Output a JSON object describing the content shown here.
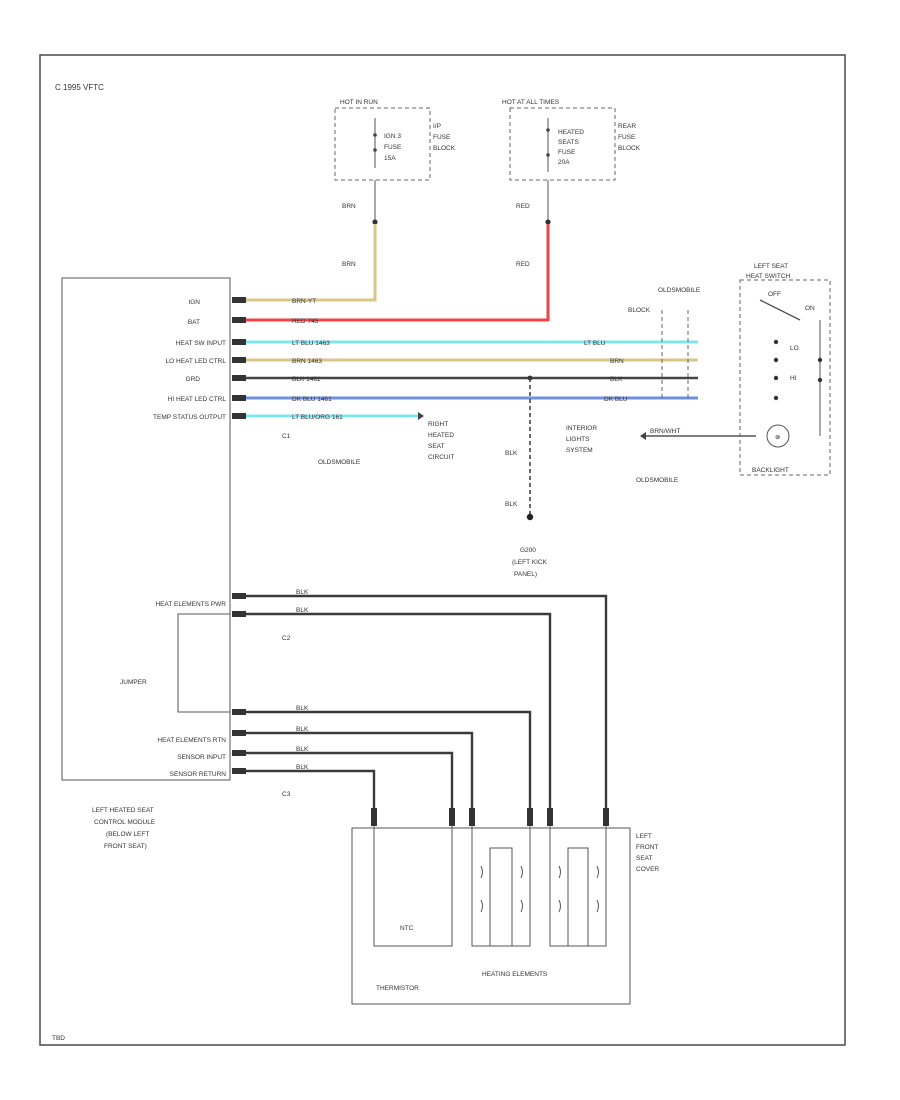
{
  "copyright": "C 1995 VFTC",
  "diagram_id": "TBD",
  "fuse_left": {
    "header": "HOT IN RUN",
    "fuse_lines": [
      "IGN 3",
      "FUSE",
      "15A"
    ],
    "block_lines": [
      "I/P",
      "FUSE",
      "BLOCK"
    ]
  },
  "fuse_right": {
    "header": "HOT AT ALL TIMES",
    "fuse_lines": [
      "HEATED",
      "SEATS",
      "FUSE",
      "20A"
    ],
    "block_lines": [
      "REAR",
      "FUSE",
      "BLOCK"
    ]
  },
  "wire_colors": {
    "brn": "BRN",
    "red": "RED",
    "blk": "BLK",
    "lt_blu": "LT BLU",
    "dk_blu": "DK BLU",
    "brn_wht": "BRN/WHT"
  },
  "colors": {
    "ign_wire": "#d9c48a",
    "bat_wire": "#ee4444",
    "heat_sw_wire": "#7fe6ee",
    "lo_led_wire": "#d9c48a",
    "gnd_wire": "#444444",
    "hi_led_wire": "#6f8fe0",
    "temp_wire": "#7fe6ee"
  },
  "module": {
    "inputs": [
      "IGN",
      "BAT",
      "HEAT SW INPUT",
      "LO HEAT LED CTRL",
      "GRD",
      "HI HEAT LED CTRL",
      "TEMP STATUS OUTPUT"
    ],
    "lower_inputs": [
      "HEAT ELEMENTS PWR",
      "HEAT ELEMENTS RTN",
      "SENSOR INPUT",
      "SENSOR RETURN"
    ],
    "jumper": "JUMPER",
    "connectors": [
      "C1",
      "C2",
      "C3"
    ],
    "caption": [
      "LEFT HEATED SEAT",
      "CONTROL MODULE",
      "(BELOW LEFT",
      "FRONT SEAT)"
    ]
  },
  "wires": {
    "ign": "BRN-YT",
    "bat": "RED 745",
    "heat_sw": "LT BLU 1463",
    "lo_led": "BRN 1463",
    "grd": "BLK 1461",
    "hi_led": "DK BLU 1461",
    "temp": "LT BLU/ORG 161",
    "blk": "BLK"
  },
  "oldsmobile": "OLDSMOBILE",
  "block_label": "BLOCK",
  "right_heated_seat": [
    "RIGHT",
    "HEATED",
    "SEAT",
    "CIRCUIT"
  ],
  "interior_lights": [
    "INTERIOR",
    "LIGHTS",
    "SYSTEM"
  ],
  "ground": {
    "id": "G200",
    "lines": [
      "(LEFT KICK",
      "PANEL)"
    ]
  },
  "switch": {
    "title": [
      "LEFT SEAT",
      "HEAT SWITCH"
    ],
    "positions": [
      "OFF",
      "ON",
      "LO",
      "HI"
    ],
    "backlight": "BACKLIGHT"
  },
  "seat": {
    "label": [
      "LEFT",
      "FRONT",
      "SEAT",
      "COVER"
    ],
    "thermistor": "THERMISTOR",
    "heating_elements": "HEATING ELEMENTS",
    "ntc": "NTC"
  }
}
